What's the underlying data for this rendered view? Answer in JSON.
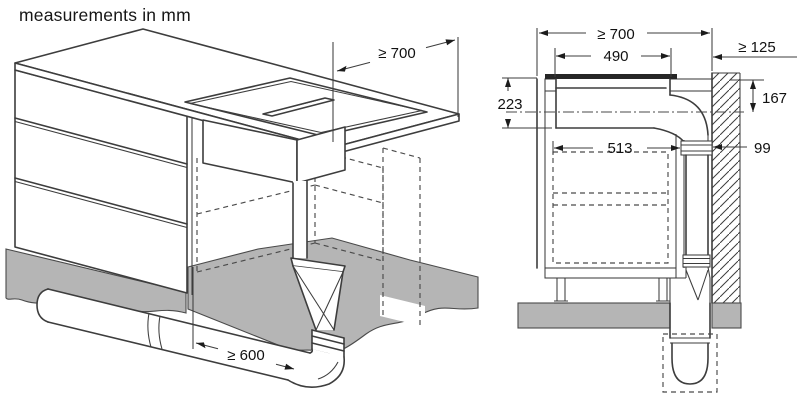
{
  "title": "measurements in mm",
  "colors": {
    "background": "#ffffff",
    "line": "#3d3d3d",
    "text": "#111111",
    "floor_gray": "#b5b5b5",
    "hob_glass": "#262626"
  },
  "perspective_view": {
    "dimensions": {
      "worktop_depth": "≥ 700",
      "duct_run": "≥ 600"
    }
  },
  "section_view": {
    "dimensions": {
      "worktop_depth": "≥ 700",
      "cutout_width": "490",
      "wall_clearance": "≥ 125",
      "installation_depth": "223",
      "duct_drop": "167",
      "clearance_width": "513",
      "duct_depth": "99"
    }
  }
}
